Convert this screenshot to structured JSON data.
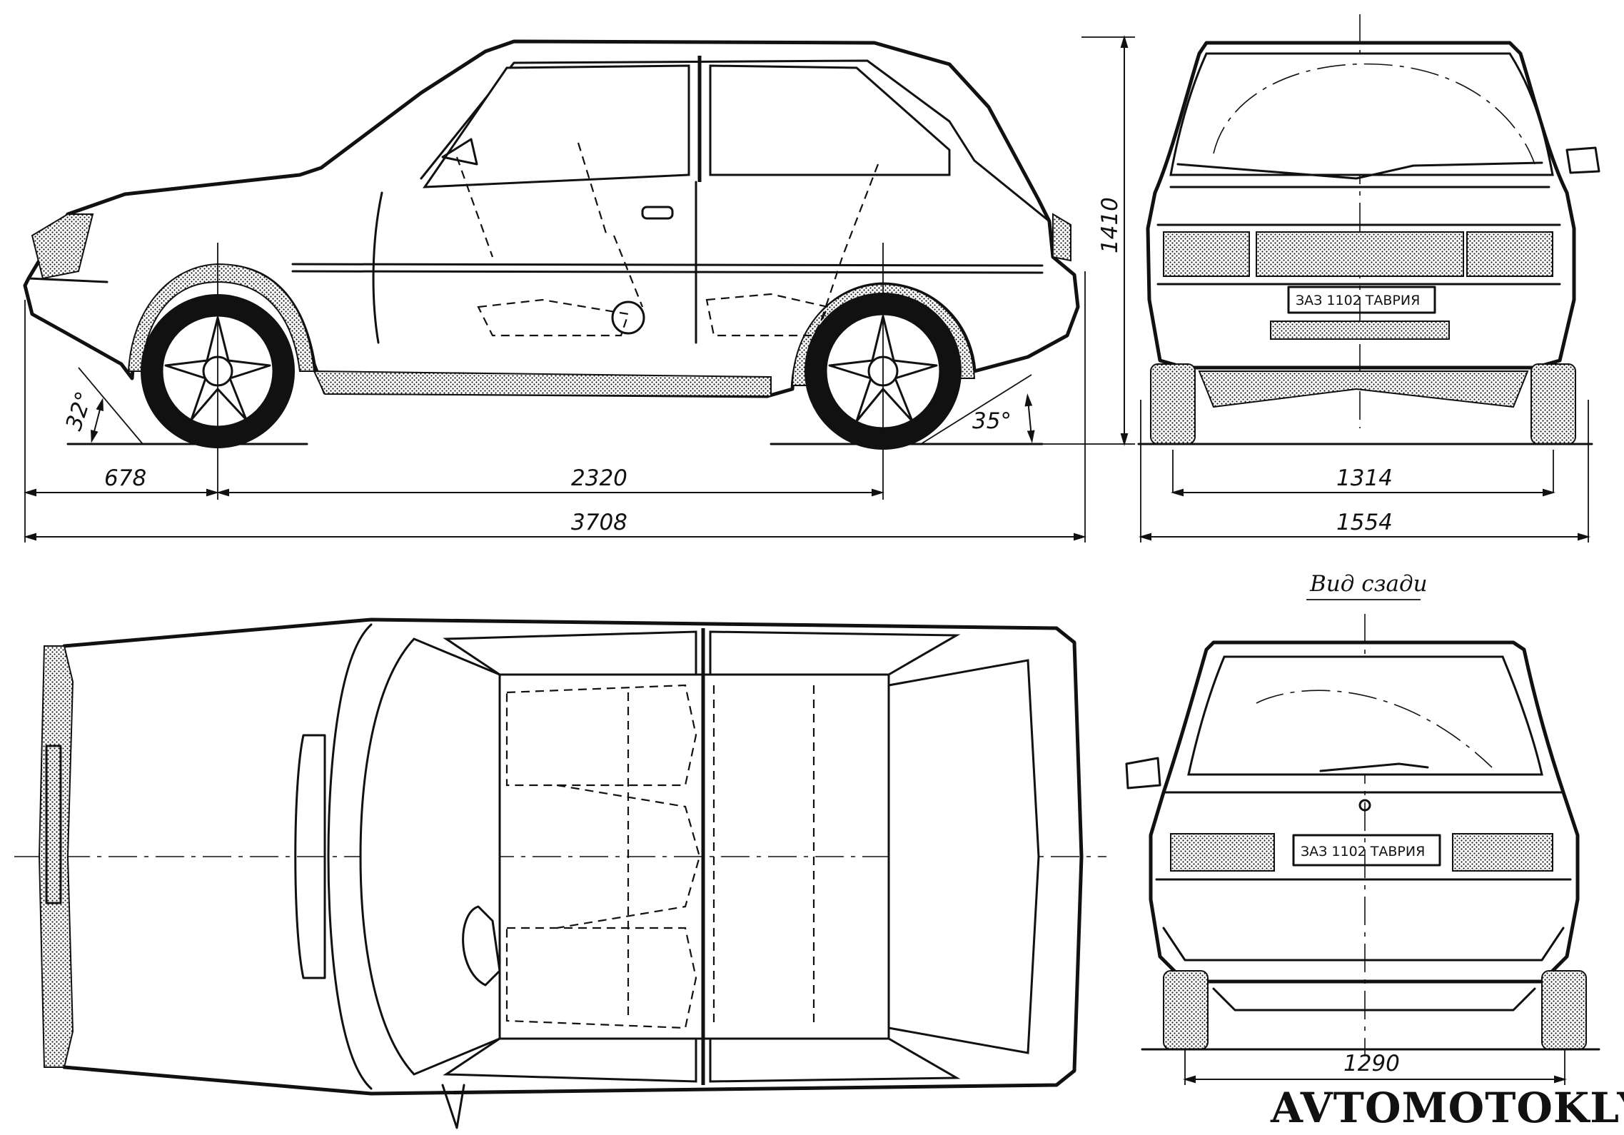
{
  "views": {
    "side": {
      "dimensions": {
        "front_overhang": "678",
        "wheelbase": "2320",
        "overall_length": "3708",
        "height": "1410"
      },
      "angles": {
        "approach": "32°",
        "departure": "35°"
      }
    },
    "front": {
      "dimensions": {
        "track": "1314",
        "overall_width": "1554"
      },
      "plate": "ЗАЗ 1102 ТАВРИЯ"
    },
    "rear": {
      "caption": "Вид сзади",
      "dimensions": {
        "track": "1290"
      },
      "plate": "ЗАЗ 1102 ТАВРИЯ"
    },
    "top": {}
  },
  "watermark": "AVTOMOTOKLYB.RU"
}
